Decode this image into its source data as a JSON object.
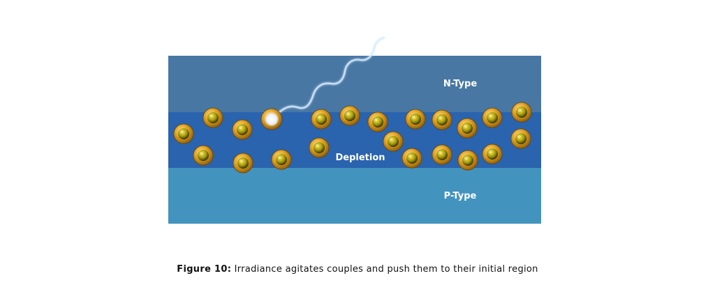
{
  "labels": {
    "n_type": "N-Type",
    "depletion": "Depletion",
    "p_type": "P-Type"
  },
  "caption": {
    "figure_label": "Figure 10:",
    "text": "Irradiance agitates couples and push them to their initial region"
  },
  "colors": {
    "n_region": "#4877a3",
    "depletion_region": "#2a63ae",
    "p_region": "#4393bf",
    "particle": "#d99a1c",
    "photon": "#cfe6ff"
  }
}
